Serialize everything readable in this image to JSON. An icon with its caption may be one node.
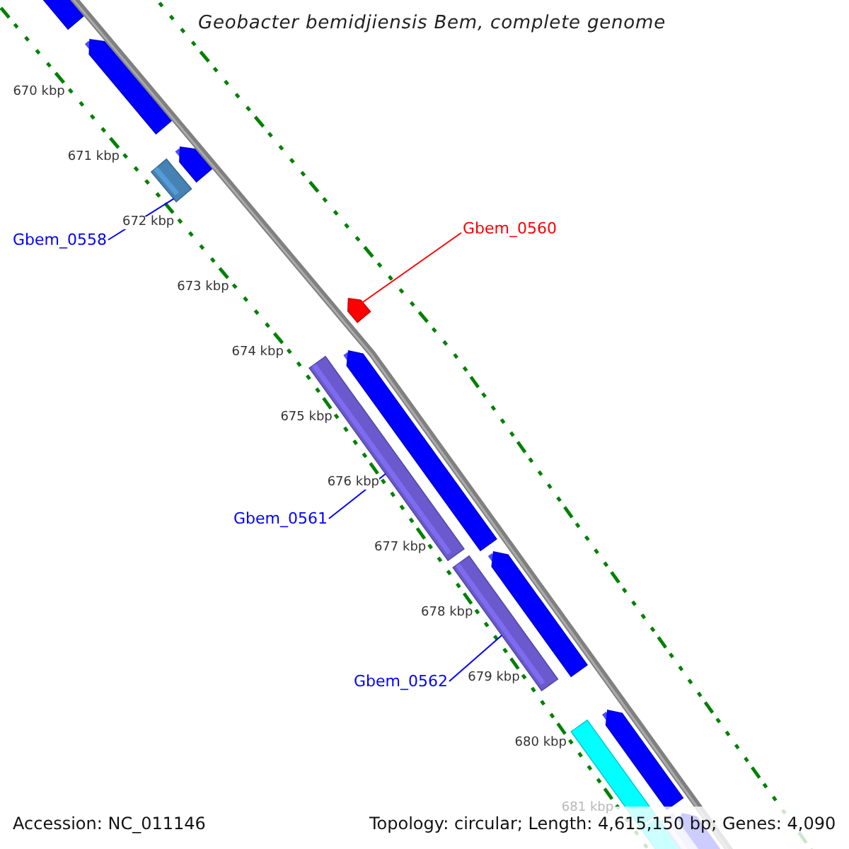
{
  "diagram": {
    "title": "Geobacter bemidjiensis Bem, complete genome",
    "nodes": [
      {
        "text": [
          "Gbem_0558"
        ]
      },
      {
        "text": [],
        "shape": "bar"
      },
      {
        "text": [
          "Gbem_0560"
        ]
      },
      {
        "text": [],
        "shape": "pentagon"
      },
      {
        "text": [
          "Gbem_0561"
        ]
      },
      {
        "text": [],
        "shape": "bar"
      },
      {
        "text": [
          "Gbem_0562"
        ]
      },
      {
        "text": [],
        "shape": "bar"
      }
    ],
    "edges": [
      {
        "from": 0,
        "to": 1,
        "arrow": "none"
      },
      {
        "from": 2,
        "to": 3,
        "arrow": "none",
        "color": "#ff0000"
      },
      {
        "from": 4,
        "to": 5,
        "arrow": "none"
      },
      {
        "from": 6,
        "to": 7,
        "arrow": "none"
      }
    ],
    "labels": [
      "670 kbp",
      "671 kbp",
      "672 kbp",
      "673 kbp",
      "674 kbp",
      "675 kbp",
      "676 kbp",
      "677 kbp",
      "678 kbp",
      "679 kbp",
      "680 kbp",
      "681 kbp",
      "Accession: NC_011146",
      "Topology: circular; Length: 4,615,150 bp; Genes: 4,090"
    ]
  }
}
